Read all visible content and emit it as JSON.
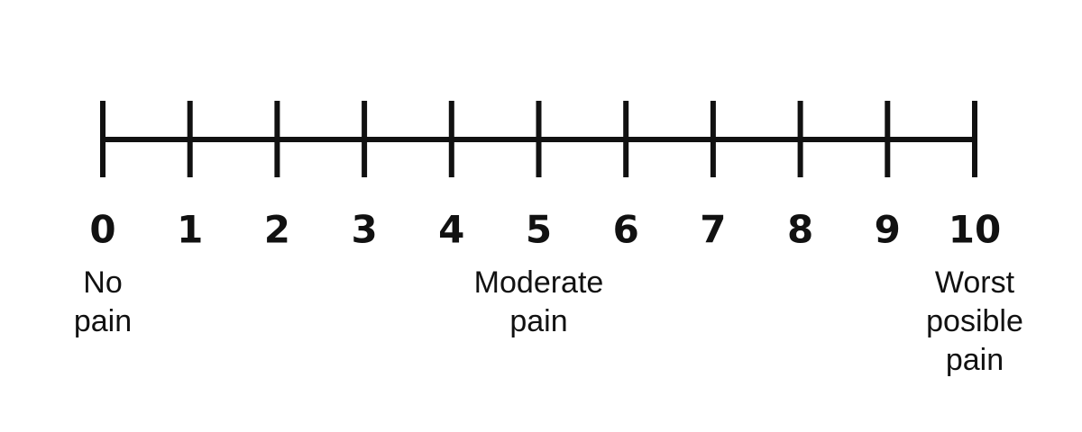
{
  "scale": {
    "ticks": [
      "0",
      "1",
      "2",
      "3",
      "4",
      "5",
      "6",
      "7",
      "8",
      "9",
      "10"
    ],
    "anchors": [
      {
        "at": 0,
        "lines": [
          "No",
          "pain"
        ]
      },
      {
        "at": 5,
        "lines": [
          "Moderate",
          "pain"
        ]
      },
      {
        "at": 10,
        "lines": [
          "Worst",
          "posible",
          "pain"
        ]
      }
    ]
  },
  "colors": {
    "ink": "#111111",
    "background": "#ffffff"
  }
}
